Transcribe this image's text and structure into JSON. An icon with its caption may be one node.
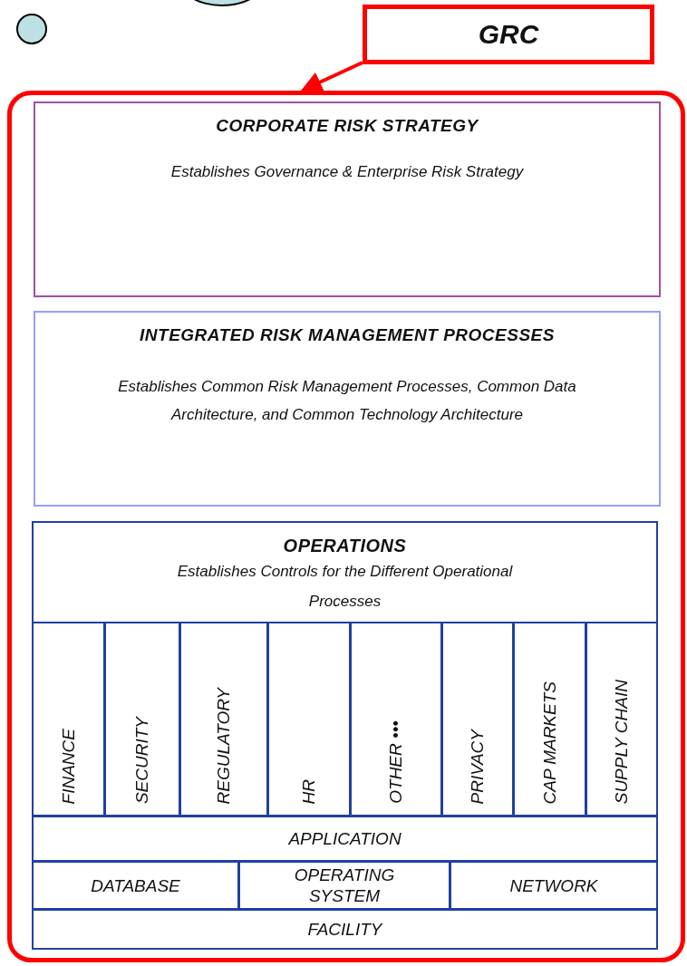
{
  "diagram": {
    "nodes": [
      {
        "text": [],
        "shape": "ellipse"
      },
      {
        "text": [],
        "shape": "circle"
      },
      {
        "text": [
          "GRC"
        ]
      },
      {
        "text": [],
        "shape": "box"
      },
      {
        "text": [
          "CORPORATE RISK STRATEGY",
          "Establishes Governance & Enterprise Risk Strategy"
        ],
        "in": 3
      },
      {
        "text": [
          "INTEGRATED RISK MANAGEMENT PROCESSES",
          "Establishes Common Risk Management Processes, Common Data Architecture, and Common Technology Architecture"
        ],
        "in": 3
      },
      {
        "text": [
          "OPERATIONS",
          "Establishes Controls for the Different Operational Processes"
        ],
        "in": 3
      },
      {
        "text": [
          "FINANCE"
        ],
        "in": 6
      },
      {
        "text": [
          "SECURITY"
        ],
        "in": 6
      },
      {
        "text": [
          "REGULATORY"
        ],
        "in": 6
      },
      {
        "text": [
          "HR"
        ],
        "in": 6
      },
      {
        "text": [
          "OTHER •••"
        ],
        "in": 6
      },
      {
        "text": [
          "PRIVACY"
        ],
        "in": 6
      },
      {
        "text": [
          "CAP MARKETS"
        ],
        "in": 6
      },
      {
        "text": [
          "SUPPLY CHAIN"
        ],
        "in": 6
      },
      {
        "text": [
          "APPLICATION"
        ],
        "in": 6
      },
      {
        "text": [
          "DATABASE"
        ],
        "in": 6
      },
      {
        "text": [
          "OPERATING SYSTEM"
        ],
        "in": 6
      },
      {
        "text": [
          "NETWORK"
        ],
        "in": 6
      },
      {
        "text": [
          "FACILITY"
        ],
        "in": 6
      }
    ],
    "edges": [
      {
        "from": 2,
        "to": 3,
        "arrow": "to"
      }
    ]
  }
}
